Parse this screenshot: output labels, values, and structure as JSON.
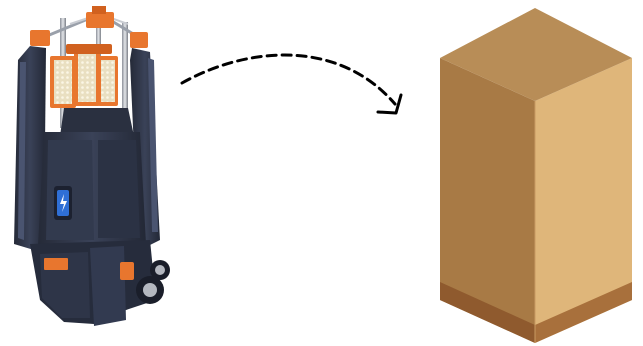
{
  "scene": {
    "background": "#ffffff",
    "items": [
      {
        "name": "portable-light-tower-unit",
        "icon": "light-tower-machine",
        "colors": {
          "body": "#2e3446",
          "accent": "#e8762e",
          "lamp": "#f0e6c8"
        }
      },
      {
        "name": "transition-arrow",
        "icon": "dashed-curved-arrow",
        "style": "dashed"
      },
      {
        "name": "shipping-crate",
        "icon": "cardboard-box",
        "colors": {
          "top": "#b88d57",
          "left": "#a87a45",
          "right": "#dfb67a",
          "base": "#8f5a2e"
        }
      }
    ]
  }
}
